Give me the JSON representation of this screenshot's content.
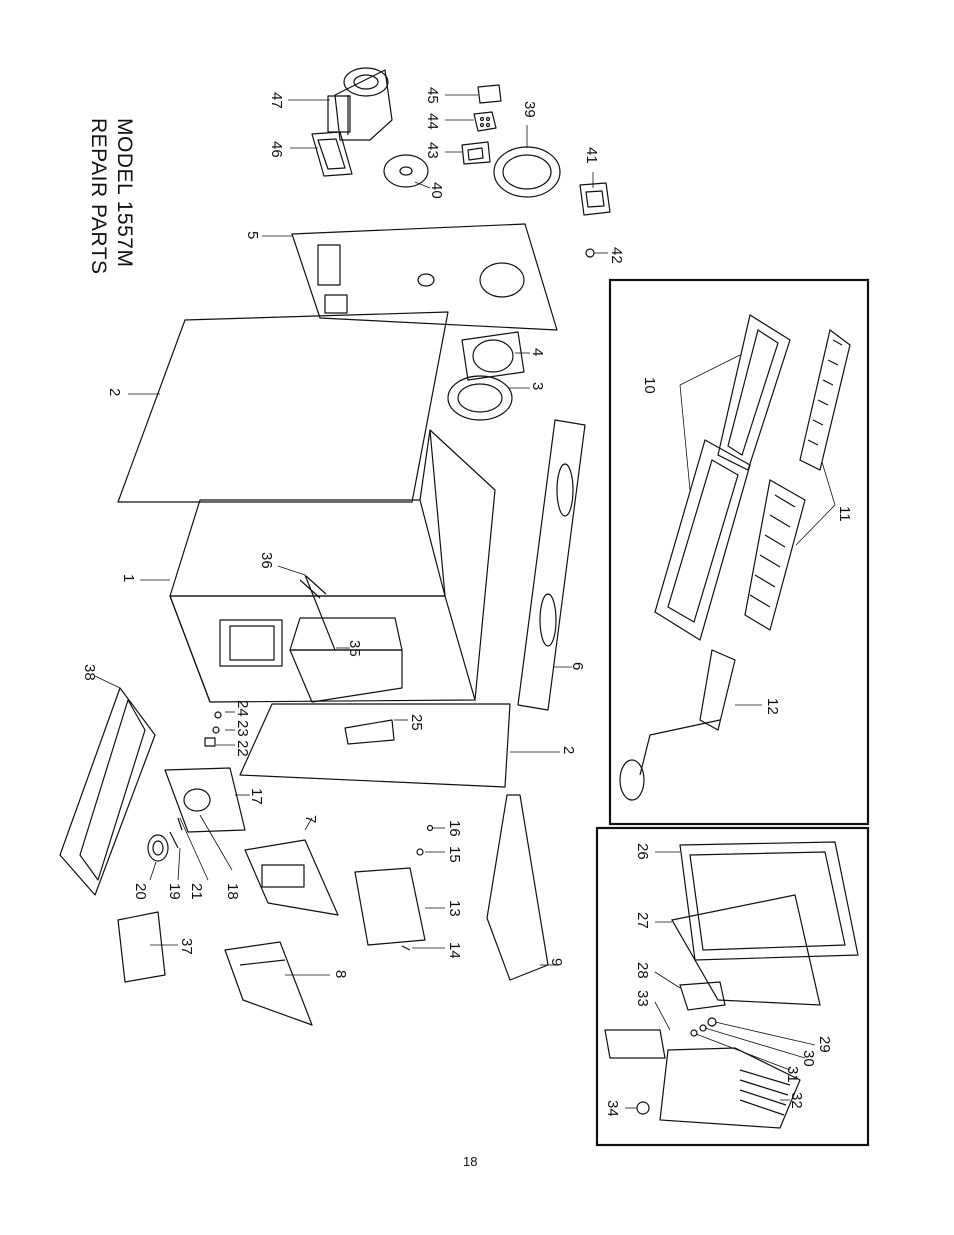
{
  "document": {
    "title_line1": "MODEL 1557M",
    "title_line2": "REPAIR PARTS",
    "page_number": "18"
  },
  "callouts": {
    "c1": "1",
    "c2a": "2",
    "c2b": "2",
    "c3": "3",
    "c4": "4",
    "c5": "5",
    "c6": "6",
    "c7": "7",
    "c8": "8",
    "c9": "9",
    "c10": "10",
    "c11": "11",
    "c12": "12",
    "c13": "13",
    "c14": "14",
    "c15": "15",
    "c16": "16",
    "c17": "17",
    "c18": "18",
    "c19": "19",
    "c20": "20",
    "c21": "21",
    "c22": "22",
    "c23": "23",
    "c24": "24",
    "c25": "25",
    "c26": "26",
    "c27": "27",
    "c28": "28",
    "c29": "29",
    "c30": "30",
    "c31": "31",
    "c32": "32",
    "c33": "33",
    "c34": "34",
    "c35": "35",
    "c36": "36",
    "c37": "37",
    "c38": "38",
    "c39": "39",
    "c40": "40",
    "c41": "41",
    "c42": "42",
    "c43": "43",
    "c44": "44",
    "c45": "45",
    "c46": "46",
    "c47": "47"
  }
}
